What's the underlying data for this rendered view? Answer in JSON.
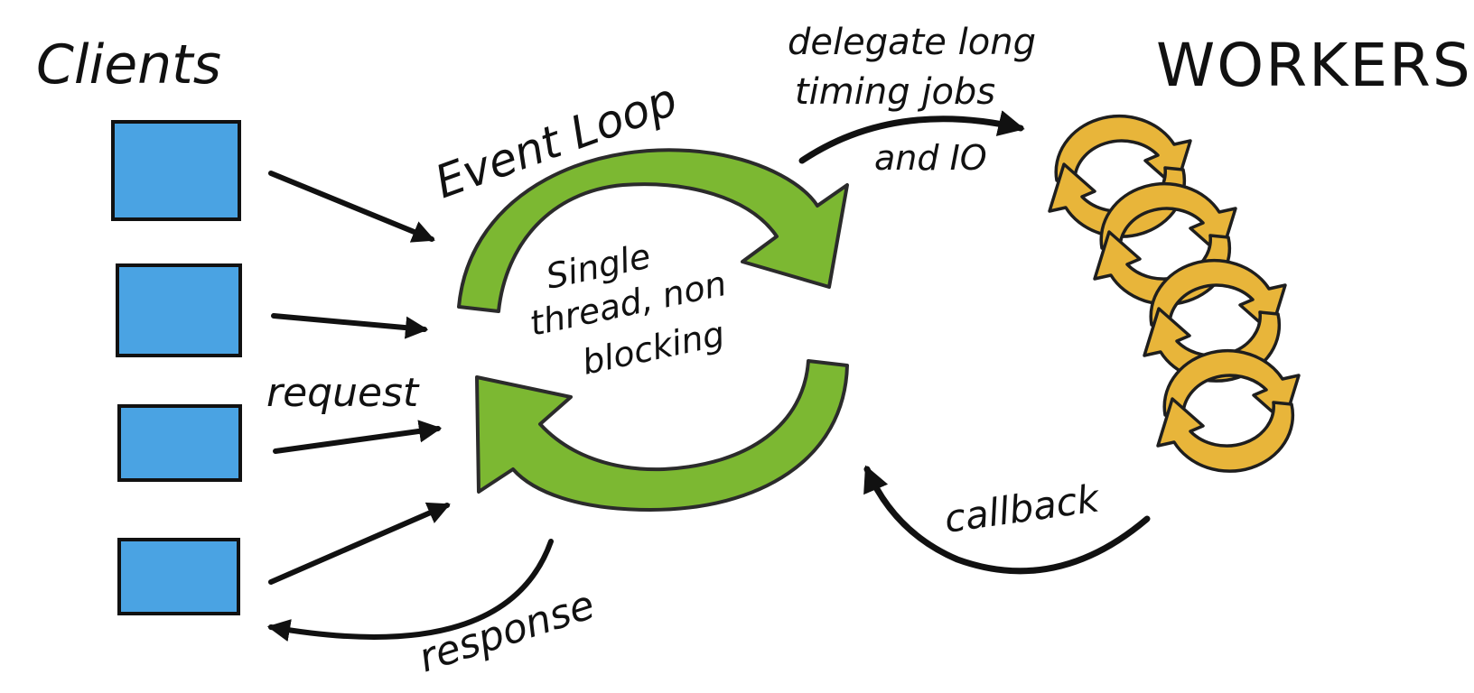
{
  "clients": {
    "title": "Clients",
    "count": 4
  },
  "event_loop": {
    "title": "Event Loop",
    "description_lines": [
      "Single",
      "thread, non",
      "blocking"
    ]
  },
  "delegate": {
    "lines": [
      "delegate long",
      "timing jobs",
      "and IO"
    ]
  },
  "workers": {
    "title": "WORKERS",
    "count": 4
  },
  "labels": {
    "request": "request",
    "response": "response",
    "callback": "callback"
  },
  "colors": {
    "client_blue": "#4aa3e3",
    "event_loop_green": "#7cb832",
    "worker_gold": "#e8b53a",
    "ink": "#111111"
  },
  "icons": {
    "arrow": "arrow-icon",
    "cycle": "cycle-icon"
  }
}
